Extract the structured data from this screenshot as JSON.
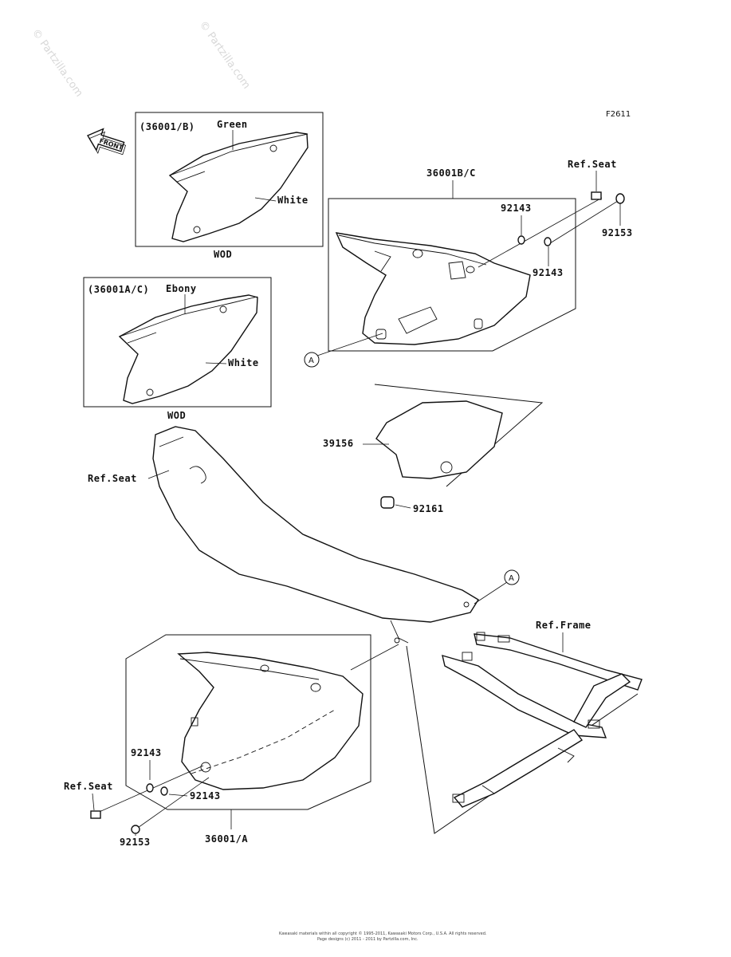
{
  "diagram": {
    "figure_code": "F2611",
    "front_label": "FRONT",
    "watermarks": {
      "text_1": "© Partzilla.com",
      "text_2": "© Partzilla.com"
    },
    "variant_b": {
      "code": "(36001/B)",
      "color_top": "Green",
      "color_body": "White",
      "suffix": "WOD"
    },
    "variant_ac": {
      "code": "(36001A/C)",
      "color_top": "Ebony",
      "color_body": "White",
      "suffix": "WOD"
    },
    "parts": {
      "cover_bc": "36001B/C",
      "cover_a": "36001/A",
      "washer_top_1": "92143",
      "washer_top_2": "92143",
      "bolt_top": "92153",
      "ref_seat_top": "Ref.Seat",
      "sticker": "39156",
      "damper": "92161",
      "ref_seat_mid": "Ref.Seat",
      "ref_frame": "Ref.Frame",
      "washer_bot_1": "92143",
      "washer_bot_2": "92143",
      "ref_seat_bot": "Ref.Seat",
      "bolt_bot": "92153"
    },
    "callout": "A",
    "footer_line_1": "Kawasaki materials within all copyright © 1995-2011, Kawasaki Motors Corp., U.S.A. All rights reserved.",
    "footer_line_2": "Page designs (c) 2011 - 2011 by Partzilla.com, Inc."
  }
}
